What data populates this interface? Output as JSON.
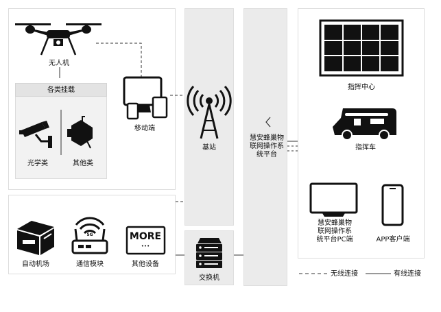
{
  "drone": {
    "label": "无人机"
  },
  "payloads": {
    "header": "各类挂载",
    "optical": "光学类",
    "other": "其他类"
  },
  "mobile": {
    "label": "移动端"
  },
  "base_station": {
    "label": "基站"
  },
  "platform": {
    "label_line1": "慧安蜂巢物",
    "label_line2": "联网操作系",
    "label_line3": "统平台"
  },
  "switch": {
    "label": "交换机"
  },
  "bottom_left": {
    "airport": "自动机场",
    "comm": "通信模块",
    "comm_badge": "5G",
    "other_device": "其他设备",
    "more_text": "MORE",
    "more_dots": "•••"
  },
  "command_center": {
    "label": "指挥中心"
  },
  "command_vehicle": {
    "label": "指挥车"
  },
  "pc": {
    "label_line1": "慧安蜂巢物",
    "label_line2": "联网操作系",
    "label_line3": "统平台PC端"
  },
  "app": {
    "label": "APP客户端"
  },
  "legend": {
    "wireless": "无线连接",
    "wired": "有线连接"
  }
}
